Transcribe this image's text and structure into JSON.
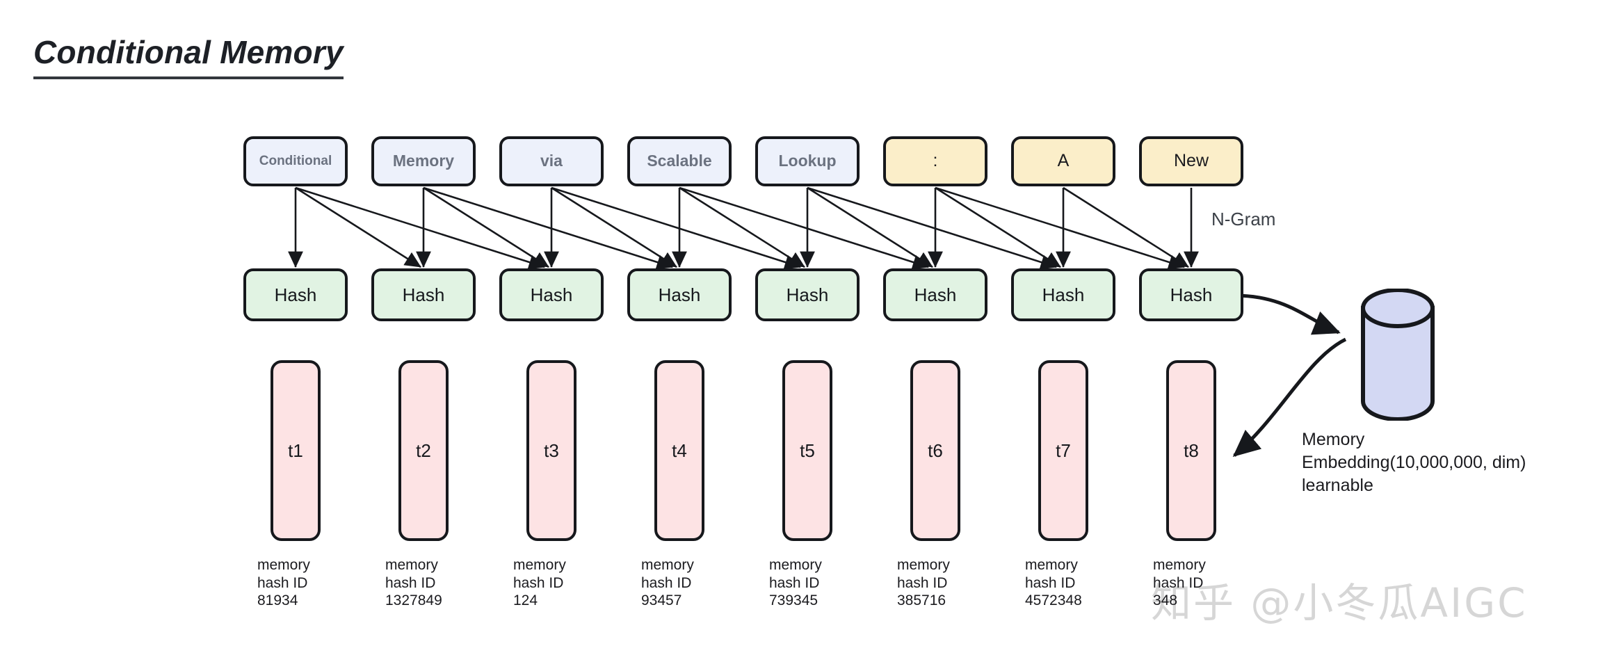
{
  "title": "Conditional Memory",
  "tokens": [
    {
      "text": "Conditional",
      "style": "blue-small"
    },
    {
      "text": "Memory",
      "style": "blue"
    },
    {
      "text": "via",
      "style": "blue"
    },
    {
      "text": "Scalable",
      "style": "blue"
    },
    {
      "text": "Lookup",
      "style": "blue"
    },
    {
      "text": ":",
      "style": "yellow"
    },
    {
      "text": "A",
      "style": "yellow"
    },
    {
      "text": "New",
      "style": "yellow"
    }
  ],
  "hash_label": "Hash",
  "hash_boxes": [
    "Hash",
    "Hash",
    "Hash",
    "Hash",
    "Hash",
    "Hash",
    "Hash",
    "Hash"
  ],
  "t_columns": [
    "t1",
    "t2",
    "t3",
    "t4",
    "t5",
    "t6",
    "t7",
    "t8"
  ],
  "captions": [
    {
      "line1": "memory",
      "line2": "hash ID",
      "line3": "81934"
    },
    {
      "line1": "memory",
      "line2": "hash ID",
      "line3": "1327849"
    },
    {
      "line1": "memory",
      "line2": "hash ID",
      "line3": "124"
    },
    {
      "line1": "memory",
      "line2": "hash ID",
      "line3": "93457"
    },
    {
      "line1": "memory",
      "line2": "hash ID",
      "line3": "739345"
    },
    {
      "line1": "memory",
      "line2": "hash ID",
      "line3": "385716"
    },
    {
      "line1": "memory",
      "line2": "hash ID",
      "line3": "4572348"
    },
    {
      "line1": "memory",
      "line2": "hash ID",
      "line3": "348"
    }
  ],
  "ngram_label": "N-Gram",
  "memory_note": "Memory\nEmbedding(10,000,000, dim)\nlearnable",
  "watermark": "知乎 @小冬瓜AIGC",
  "colors": {
    "token_blue": "#edf1fb",
    "token_yellow": "#fbeec9",
    "hash_green": "#e1f3e3",
    "t_pink": "#fde3e4",
    "cylinder_lavender": "#d3d8f3",
    "stroke": "#16181c",
    "muted_text": "#6b7280",
    "watermark": "#d6d6d6"
  }
}
